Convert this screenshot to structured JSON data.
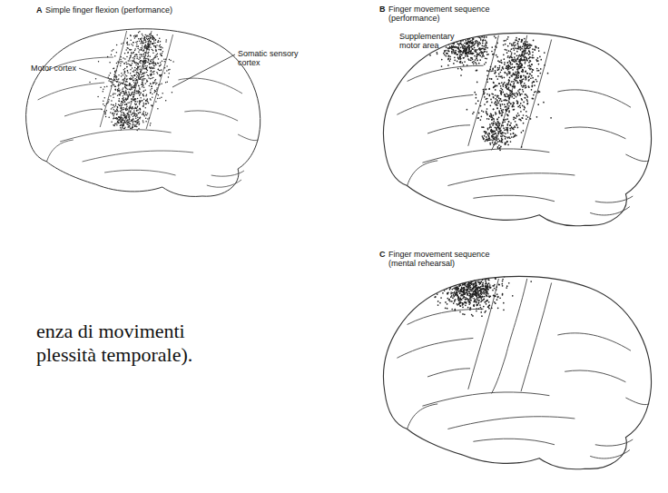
{
  "diagram": {
    "labels": [
      "A",
      "Simple finger flexion (performance)",
      "Motor cortex",
      "Somatic sensory cortex",
      "B",
      "Finger movement sequence (performance)",
      "Supplementary motor area",
      "C",
      "Finger movement sequence (mental rehearsal)",
      "enza di movimenti",
      "plessità temporale)."
    ]
  }
}
